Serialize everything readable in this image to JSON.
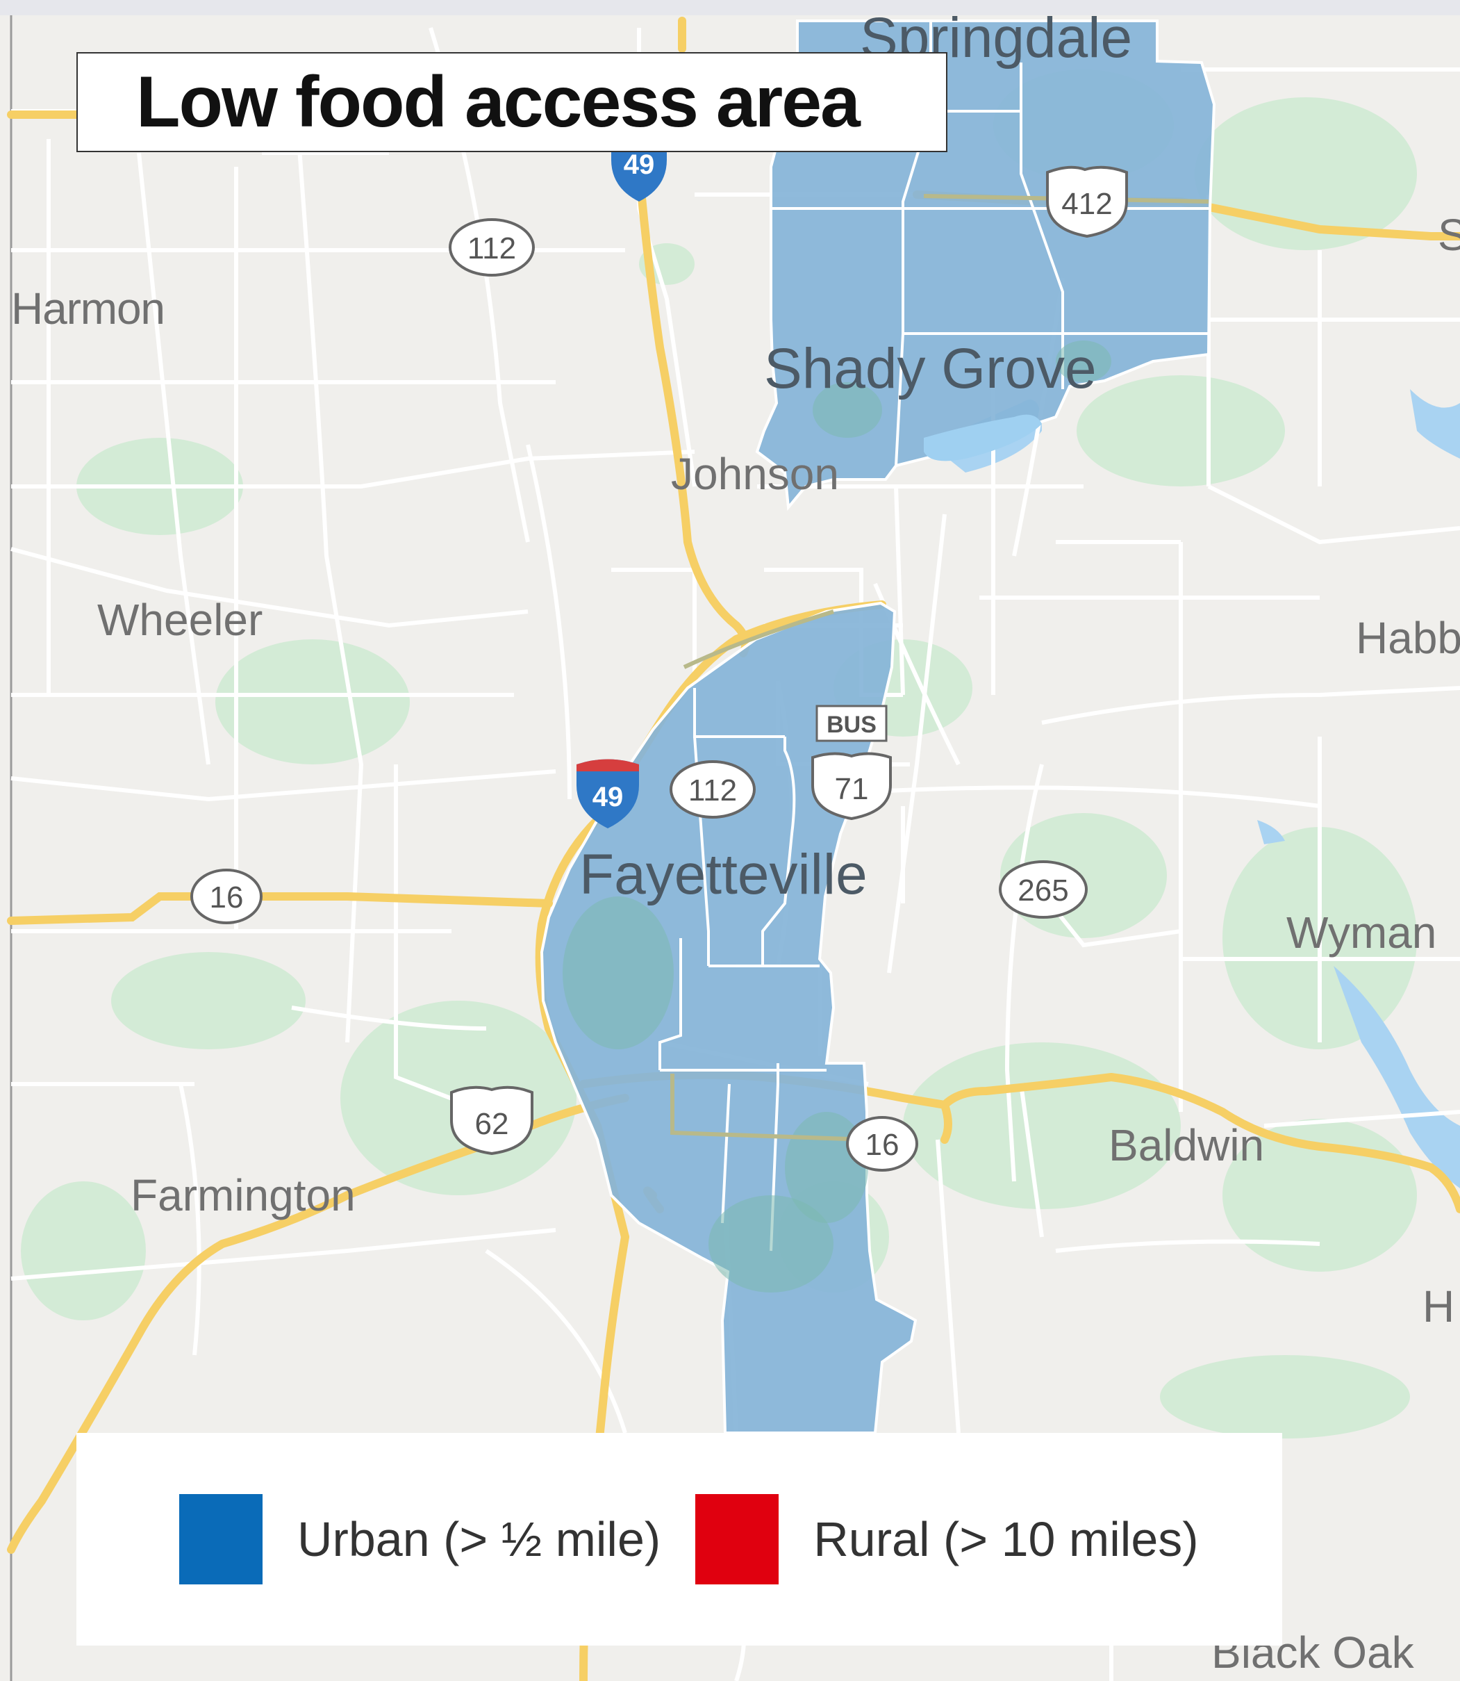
{
  "title": "Low food access area",
  "legend": {
    "items": [
      {
        "label": "Urban (> ½ mile)",
        "color": "#0a6bb8"
      },
      {
        "label": "Rural (> 10 miles)",
        "color": "#e0000f"
      }
    ]
  },
  "places": {
    "springdale": "Springdale",
    "harmon": "Harmon",
    "shady_grove": "Shady Grove",
    "johnson": "Johnson",
    "wheeler": "Wheeler",
    "habberton": "Habb",
    "fayetteville": "Fayetteville",
    "wyman": "Wyman",
    "baldwin": "Baldwin",
    "farmington": "Farmington",
    "black_oak": "Black Oak",
    "edge_s": "S",
    "edge_h": "H"
  },
  "shields": {
    "i49_north": "49",
    "i49_south": "49",
    "ar112_north": "112",
    "ar112_south": "112",
    "us412": "412",
    "us71": "71",
    "bus": "BUS",
    "ar16_west": "16",
    "ar16_east": "16",
    "ar265": "265",
    "us62": "62"
  },
  "colors": {
    "map_background": "#f0efec",
    "road_major": "#f6cf65",
    "road_minor": "#ffffff",
    "park_green": "#cfead4",
    "water": "#a9d3f2",
    "low_access_fill": "#7fb0d6"
  }
}
